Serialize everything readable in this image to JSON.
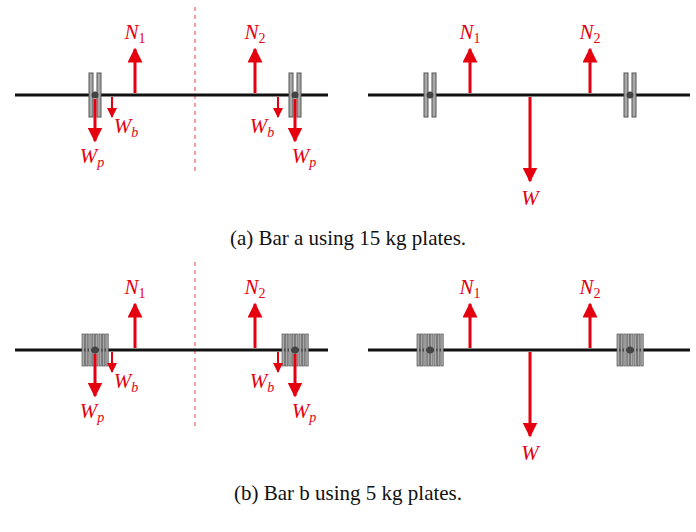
{
  "diagram": {
    "labels": [
      "N1",
      "N2",
      "Wb",
      "Wb",
      "Wp",
      "Wp",
      "N1",
      "N2",
      "W",
      "(a) Bar a using 15 kg plates.",
      "N1",
      "N2",
      "Wb",
      "Wb",
      "Wp",
      "Wp",
      "N1",
      "N2",
      "W",
      "(b) Bar b using 5 kg plates."
    ]
  }
}
